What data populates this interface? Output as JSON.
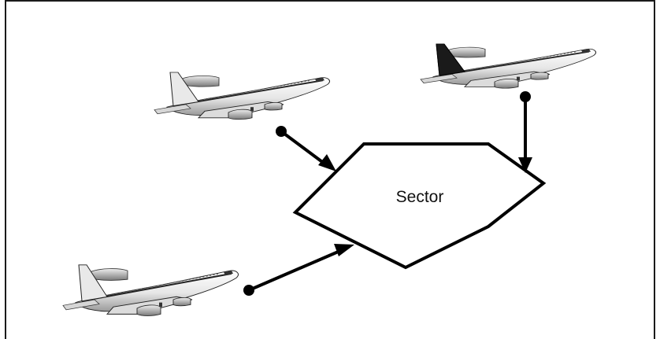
{
  "diagram": {
    "sector": {
      "label": "Sector"
    },
    "aircraft": [
      {
        "name": "aircraft-top-left"
      },
      {
        "name": "aircraft-top-right"
      },
      {
        "name": "aircraft-bottom-left"
      }
    ],
    "colors": {
      "stroke": "#000000",
      "fuselage": "#f2f2f2",
      "stripe": "#222222",
      "engine": "#bdbdbd",
      "tail_dark": "#1a1a1a"
    }
  }
}
